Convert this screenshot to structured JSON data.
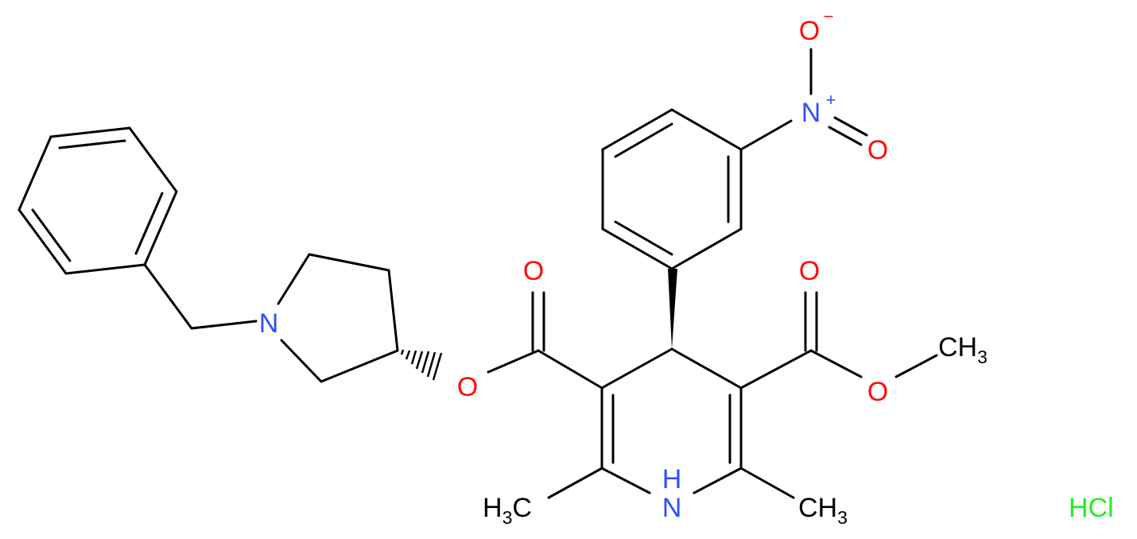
{
  "molecule": {
    "labels": {
      "n_pyrrolidine": "N",
      "o_ester_left": "O",
      "o_carbonyl_left": "O",
      "n_nitro": "N",
      "nitro_plus": "+",
      "o_nitro_minus": "O",
      "nitro_minus": "−",
      "o_nitro_double": "O",
      "o_carbonyl_right": "O",
      "o_ester_right": "O",
      "methyl_ester_c": "CH",
      "methyl_ester_sub": "3",
      "nh_n": "N",
      "nh_h": "H",
      "methyl_left_h": "H",
      "methyl_left_sub": "3",
      "methyl_left_c": "C",
      "methyl_right_c": "CH",
      "methyl_right_sub": "3",
      "salt": "HCl"
    },
    "colors": {
      "carbon": "#000000",
      "nitrogen": "#3050F8",
      "oxygen": "#FF0D0D",
      "chlorine": "#1FF01F"
    }
  }
}
